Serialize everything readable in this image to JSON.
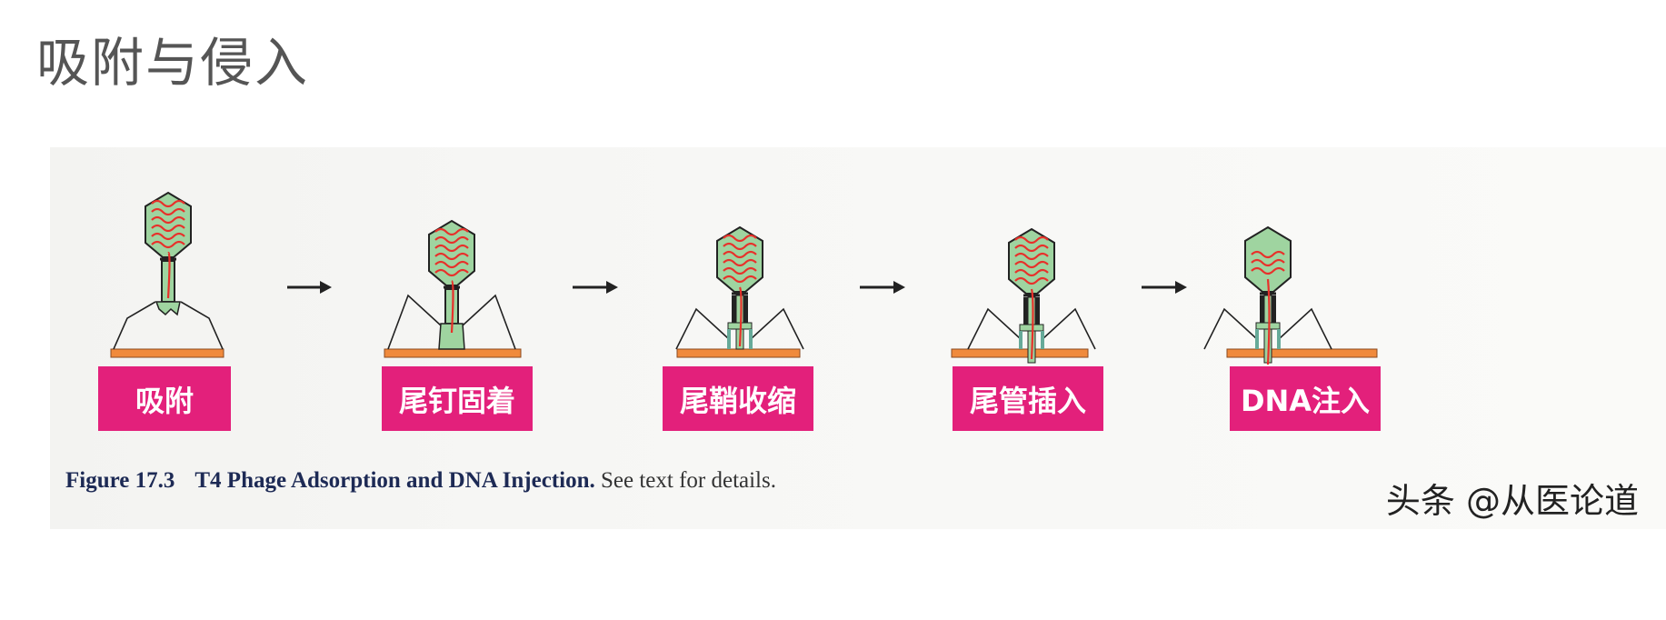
{
  "title": "吸附与侵入",
  "figure": {
    "stages": [
      {
        "label": "吸附"
      },
      {
        "label": "尾钉固着"
      },
      {
        "label": "尾鞘收缩"
      },
      {
        "label": "尾管插入"
      },
      {
        "label": "DNA注入"
      }
    ],
    "caption": {
      "number": "Figure 17.3",
      "title": "T4 Phage Adsorption and DNA Injection.",
      "note": "See text for details."
    },
    "colors": {
      "capsid": "#9fd4a0",
      "dna": "#e8302a",
      "membrane": "#f08a3c",
      "label_bg": "#e3207b"
    }
  },
  "watermark": "头条 @从医论道"
}
